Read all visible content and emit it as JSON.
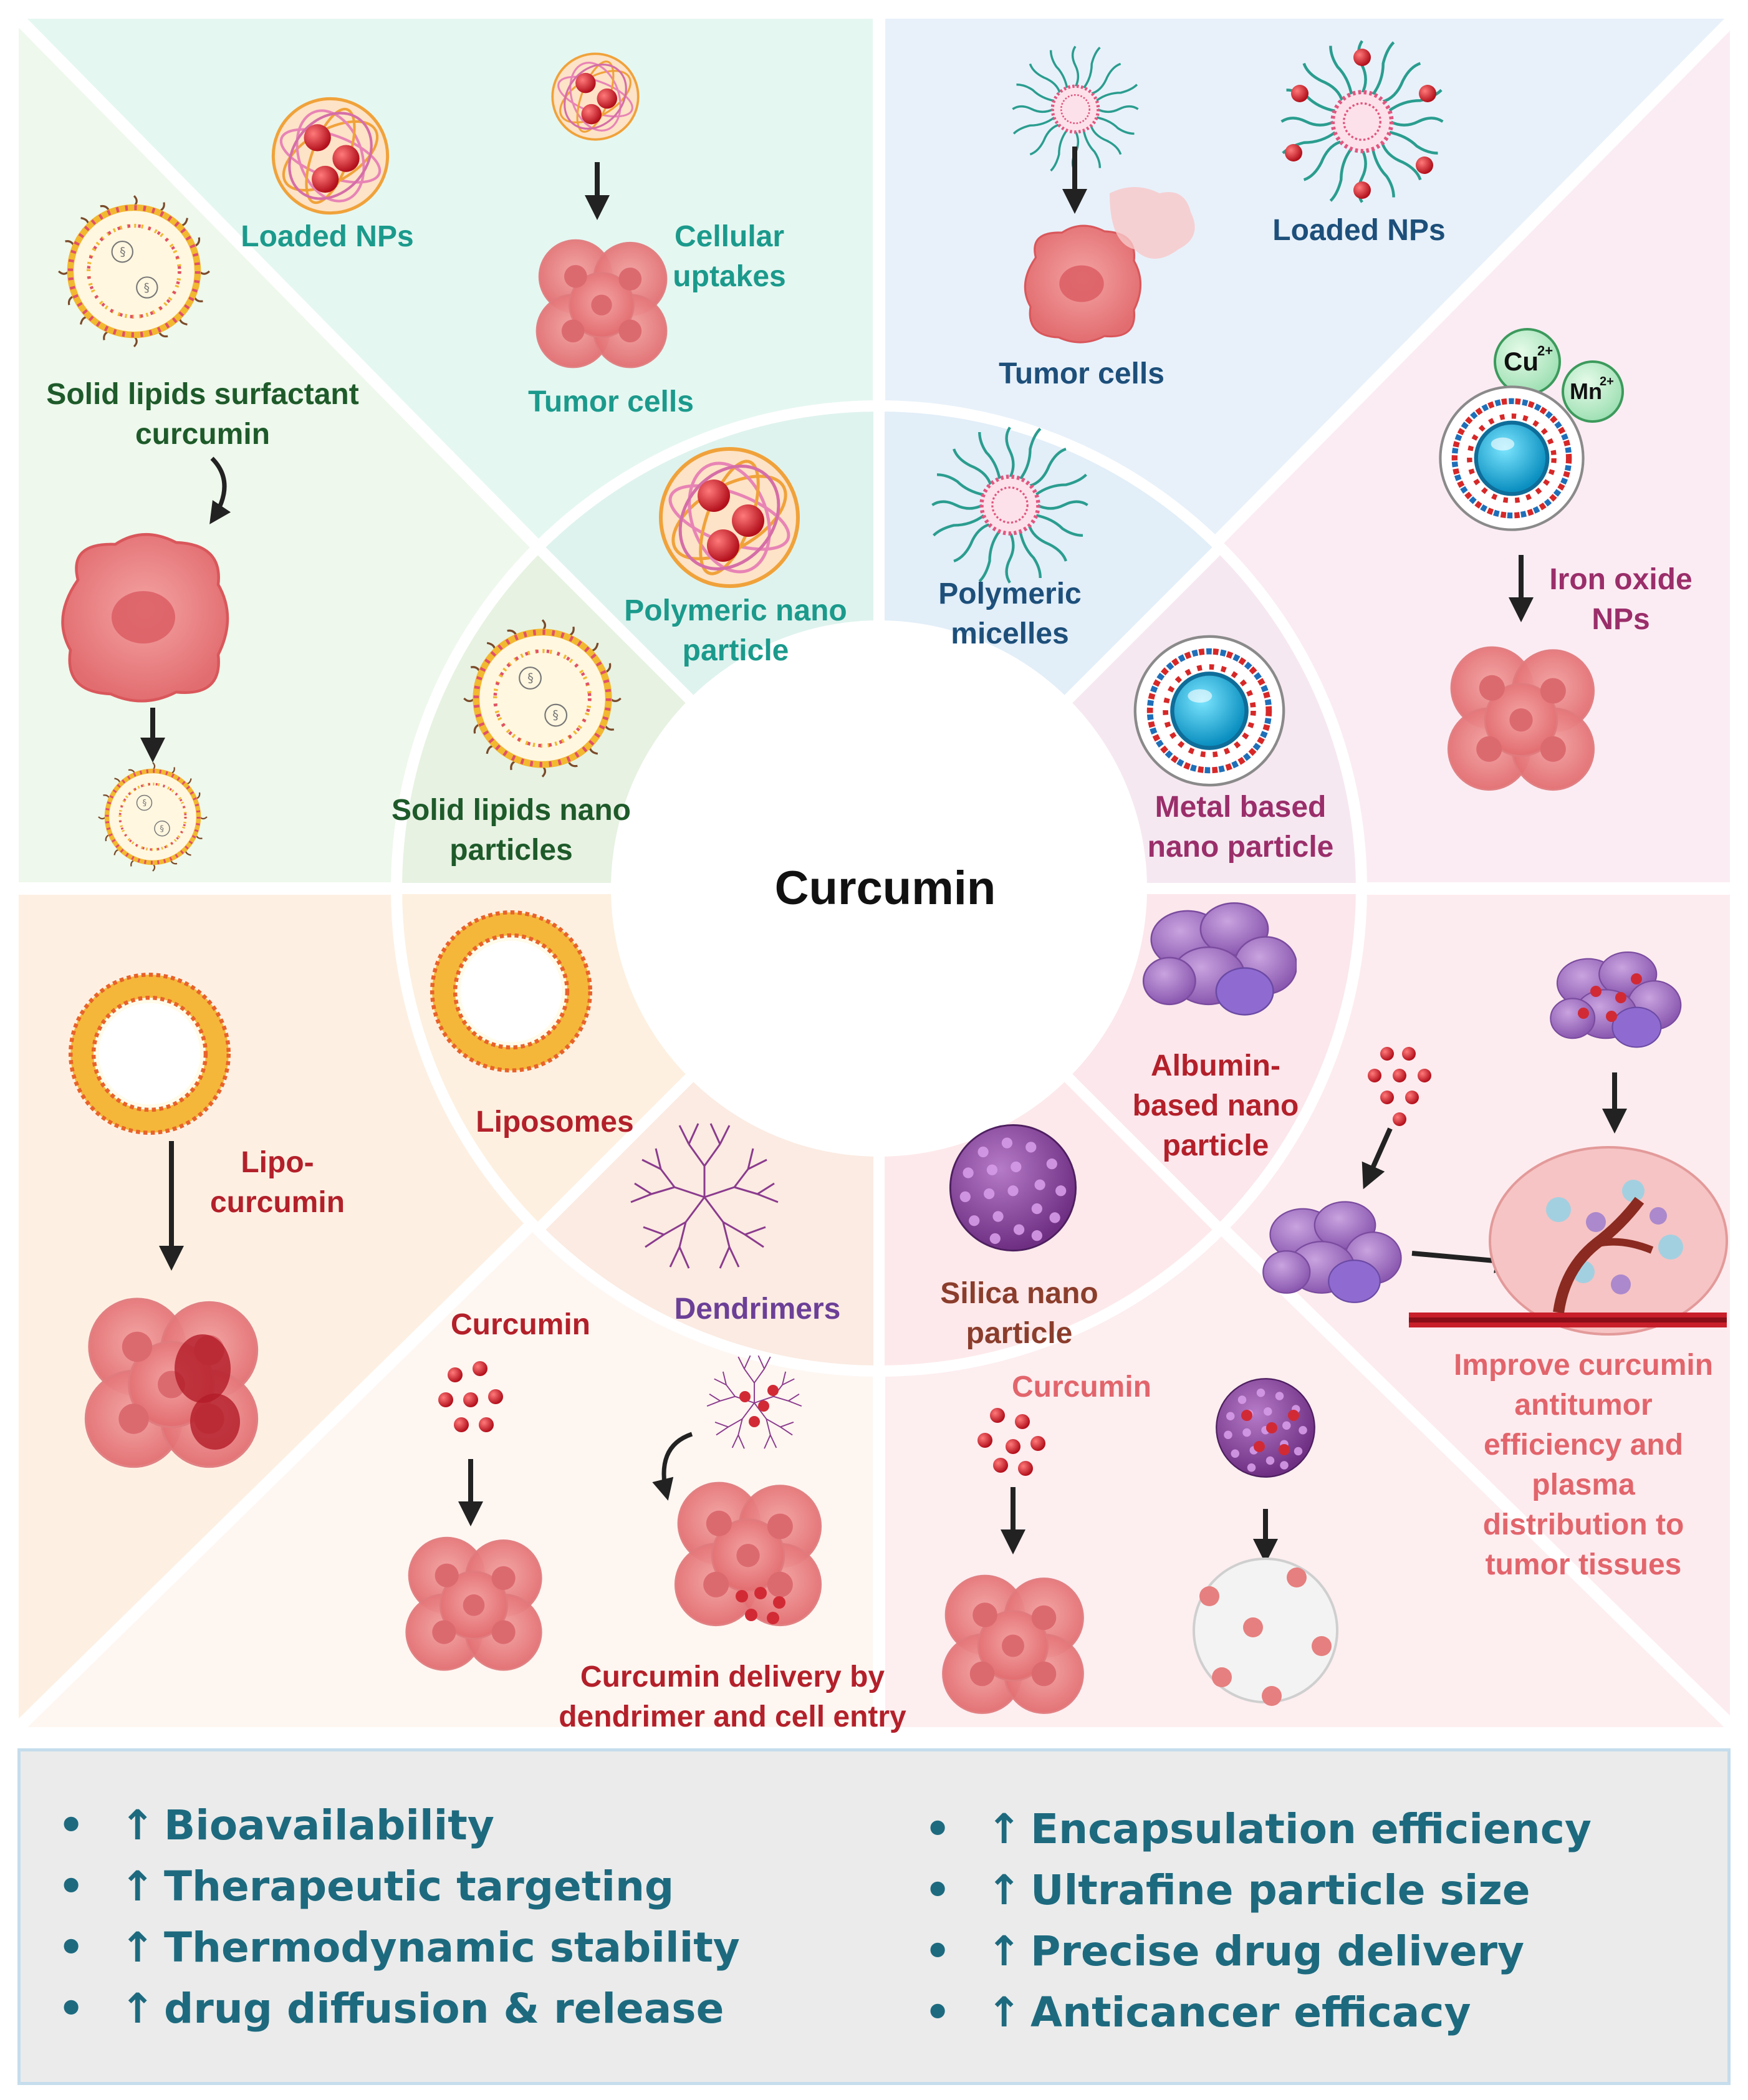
{
  "center": {
    "title": "Curcumin"
  },
  "ring": {
    "polymeric": "Polymeric nano particle",
    "micelles": "Polymeric micelles",
    "metal": "Metal based nano particle",
    "albumin": "Albumin-based nano particle",
    "silica": "Silica nano particle",
    "dendrimers": "Dendrimers",
    "liposomes": "Liposomes",
    "solid_lipid": "Solid lipids nano particles"
  },
  "panels": {
    "polymeric": {
      "loaded": "Loaded NPs",
      "uptake": "Cellular uptakes",
      "tumor": "Tumor cells"
    },
    "micelles": {
      "tumor": "Tumor cells",
      "loaded": "Loaded NPs"
    },
    "metal": {
      "label": "Iron oxide NPs",
      "ion1": "Cu",
      "ion1_charge": "2+",
      "ion2": "Mn",
      "ion2_charge": "2+"
    },
    "albumin": {
      "result": "Improve curcumin antitumor efficiency and plasma distribution to tumor tissues"
    },
    "silica": {
      "curcumin": "Curcumin"
    },
    "dendrimer": {
      "curcumin": "Curcumin",
      "delivery": "Curcumin delivery by dendrimer and cell entry"
    },
    "liposome": {
      "label": "Lipo-curcumin"
    },
    "solid_lipid": {
      "label": "Solid lipids surfactant curcumin"
    }
  },
  "benefits": {
    "bullet": "•",
    "arrow": "↑",
    "left": [
      "Bioavailability",
      "Therapeutic targeting",
      "Thermodynamic stability",
      "drug diffusion & release"
    ],
    "right": [
      "Encapsulation efficiency",
      "Ultrafine particle size",
      "Precise drug delivery",
      "Anticancer efficacy"
    ]
  },
  "colors": {
    "teal": "#1b9a8c",
    "navy": "#1d4f7a",
    "magenta": "#9a2e6a",
    "darkred": "#b3202a",
    "salmon": "#e2656c",
    "purple": "#6b3f97",
    "brown": "#8b3d2c",
    "green": "#1e5a2a",
    "benefit": "#1d6a7f"
  }
}
